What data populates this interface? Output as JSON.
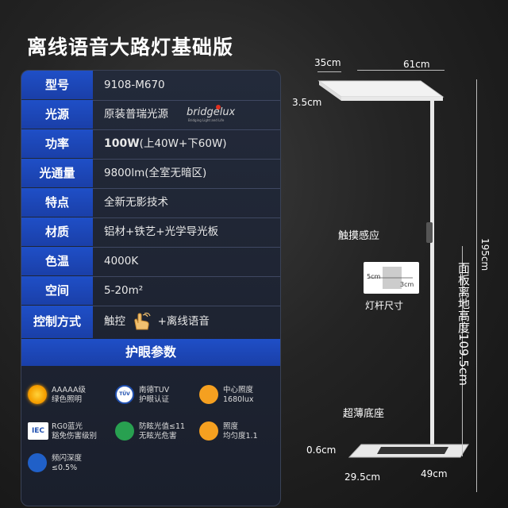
{
  "title": "离线语音大路灯基础版",
  "specs": [
    {
      "label": "型号",
      "value": "9108-M670"
    },
    {
      "label": "光源",
      "value": "原装普瑞光源",
      "brand": "bridgelux",
      "brand_sub": "Bridging Light and Life"
    },
    {
      "label": "功率",
      "value_bold": "100W",
      "value": "(上40W+下60W)"
    },
    {
      "label": "光通量",
      "value": "9800lm(全室无暗区)"
    },
    {
      "label": "特点",
      "value": "全新无影技术"
    },
    {
      "label": "材质",
      "value": "铝材+铁艺+光学导光板"
    },
    {
      "label": "色温",
      "value": "4000K"
    },
    {
      "label": "空间",
      "value": "5-20m²"
    },
    {
      "label": "控制方式",
      "value": "触控",
      "value2": "+离线语音"
    }
  ],
  "eye_header": "护眼参数",
  "features": [
    {
      "icon": "sun-icon",
      "line1": "AAAAA级",
      "line2": "绿色照明"
    },
    {
      "icon": "tuv-icon",
      "line1": "南德TUV",
      "line2": "护眼认证"
    },
    {
      "icon": "center-illuminance-icon",
      "line1": "中心照度",
      "line2": "1680lux"
    },
    {
      "icon": "iec-icon",
      "badge": "IEC",
      "line1": "RG0蓝光",
      "line2": "豁免伤害级别"
    },
    {
      "icon": "eye-shield-icon",
      "line1": "防眩光值≤11",
      "line2": "无眩光危害"
    },
    {
      "icon": "lamp-uniformity-icon",
      "line1": "照度",
      "line2": "均匀度1.1"
    },
    {
      "icon": "flicker-icon",
      "line1": "频闪深度",
      "line2": "≤0.5%"
    }
  ],
  "diagram": {
    "top_width": "35cm",
    "top_length": "61cm",
    "head_thickness": "3.5cm",
    "height": "195cm",
    "touch_label": "触摸感应",
    "pole_label": "灯杆尺寸",
    "pole_w": "5cm",
    "pole_d": "3cm",
    "panel_height": "面板离地高度109.5cm",
    "base_label": "超薄底座",
    "base_thickness": "0.6cm",
    "base_width": "29.5cm",
    "base_length": "49cm"
  }
}
